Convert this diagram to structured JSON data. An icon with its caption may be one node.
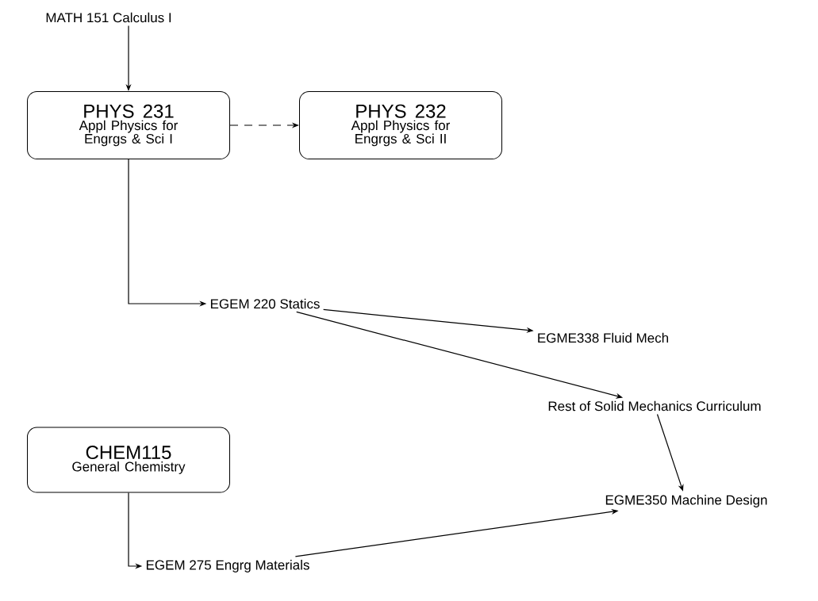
{
  "diagram": {
    "nodes": [
      {
        "text": [
          "MATH 151 Calculus I"
        ]
      },
      {
        "text": [
          "PHYS 231",
          "Appl Physics for Engrgs & Sci I"
        ]
      },
      {
        "text": [
          "PHYS 232",
          "Appl Physics for Engrgs & Sci II"
        ]
      },
      {
        "text": [
          "EGEM 220 Statics"
        ]
      },
      {
        "text": [
          "EGME338 Fluid Mech"
        ]
      },
      {
        "text": [
          "Rest of Solid Mechanics Curriculum"
        ]
      },
      {
        "text": [
          "CHEM115",
          "General Chemistry"
        ]
      },
      {
        "text": [
          "EGME350 Machine Design"
        ]
      },
      {
        "text": [
          "EGEM 275 Engrg Materials"
        ]
      }
    ],
    "edges": [
      {
        "from": 0,
        "to": 1,
        "arrow": "to"
      },
      {
        "from": 1,
        "to": 2,
        "arrow": "to",
        "style": "dashed"
      },
      {
        "from": 1,
        "to": 3,
        "arrow": "to"
      },
      {
        "from": 3,
        "to": 4,
        "arrow": "to"
      },
      {
        "from": 3,
        "to": 5,
        "arrow": "to"
      },
      {
        "from": 5,
        "to": 7,
        "arrow": "to"
      },
      {
        "from": 6,
        "to": 8,
        "arrow": "to"
      },
      {
        "from": 8,
        "to": 7,
        "arrow": "to"
      }
    ]
  }
}
